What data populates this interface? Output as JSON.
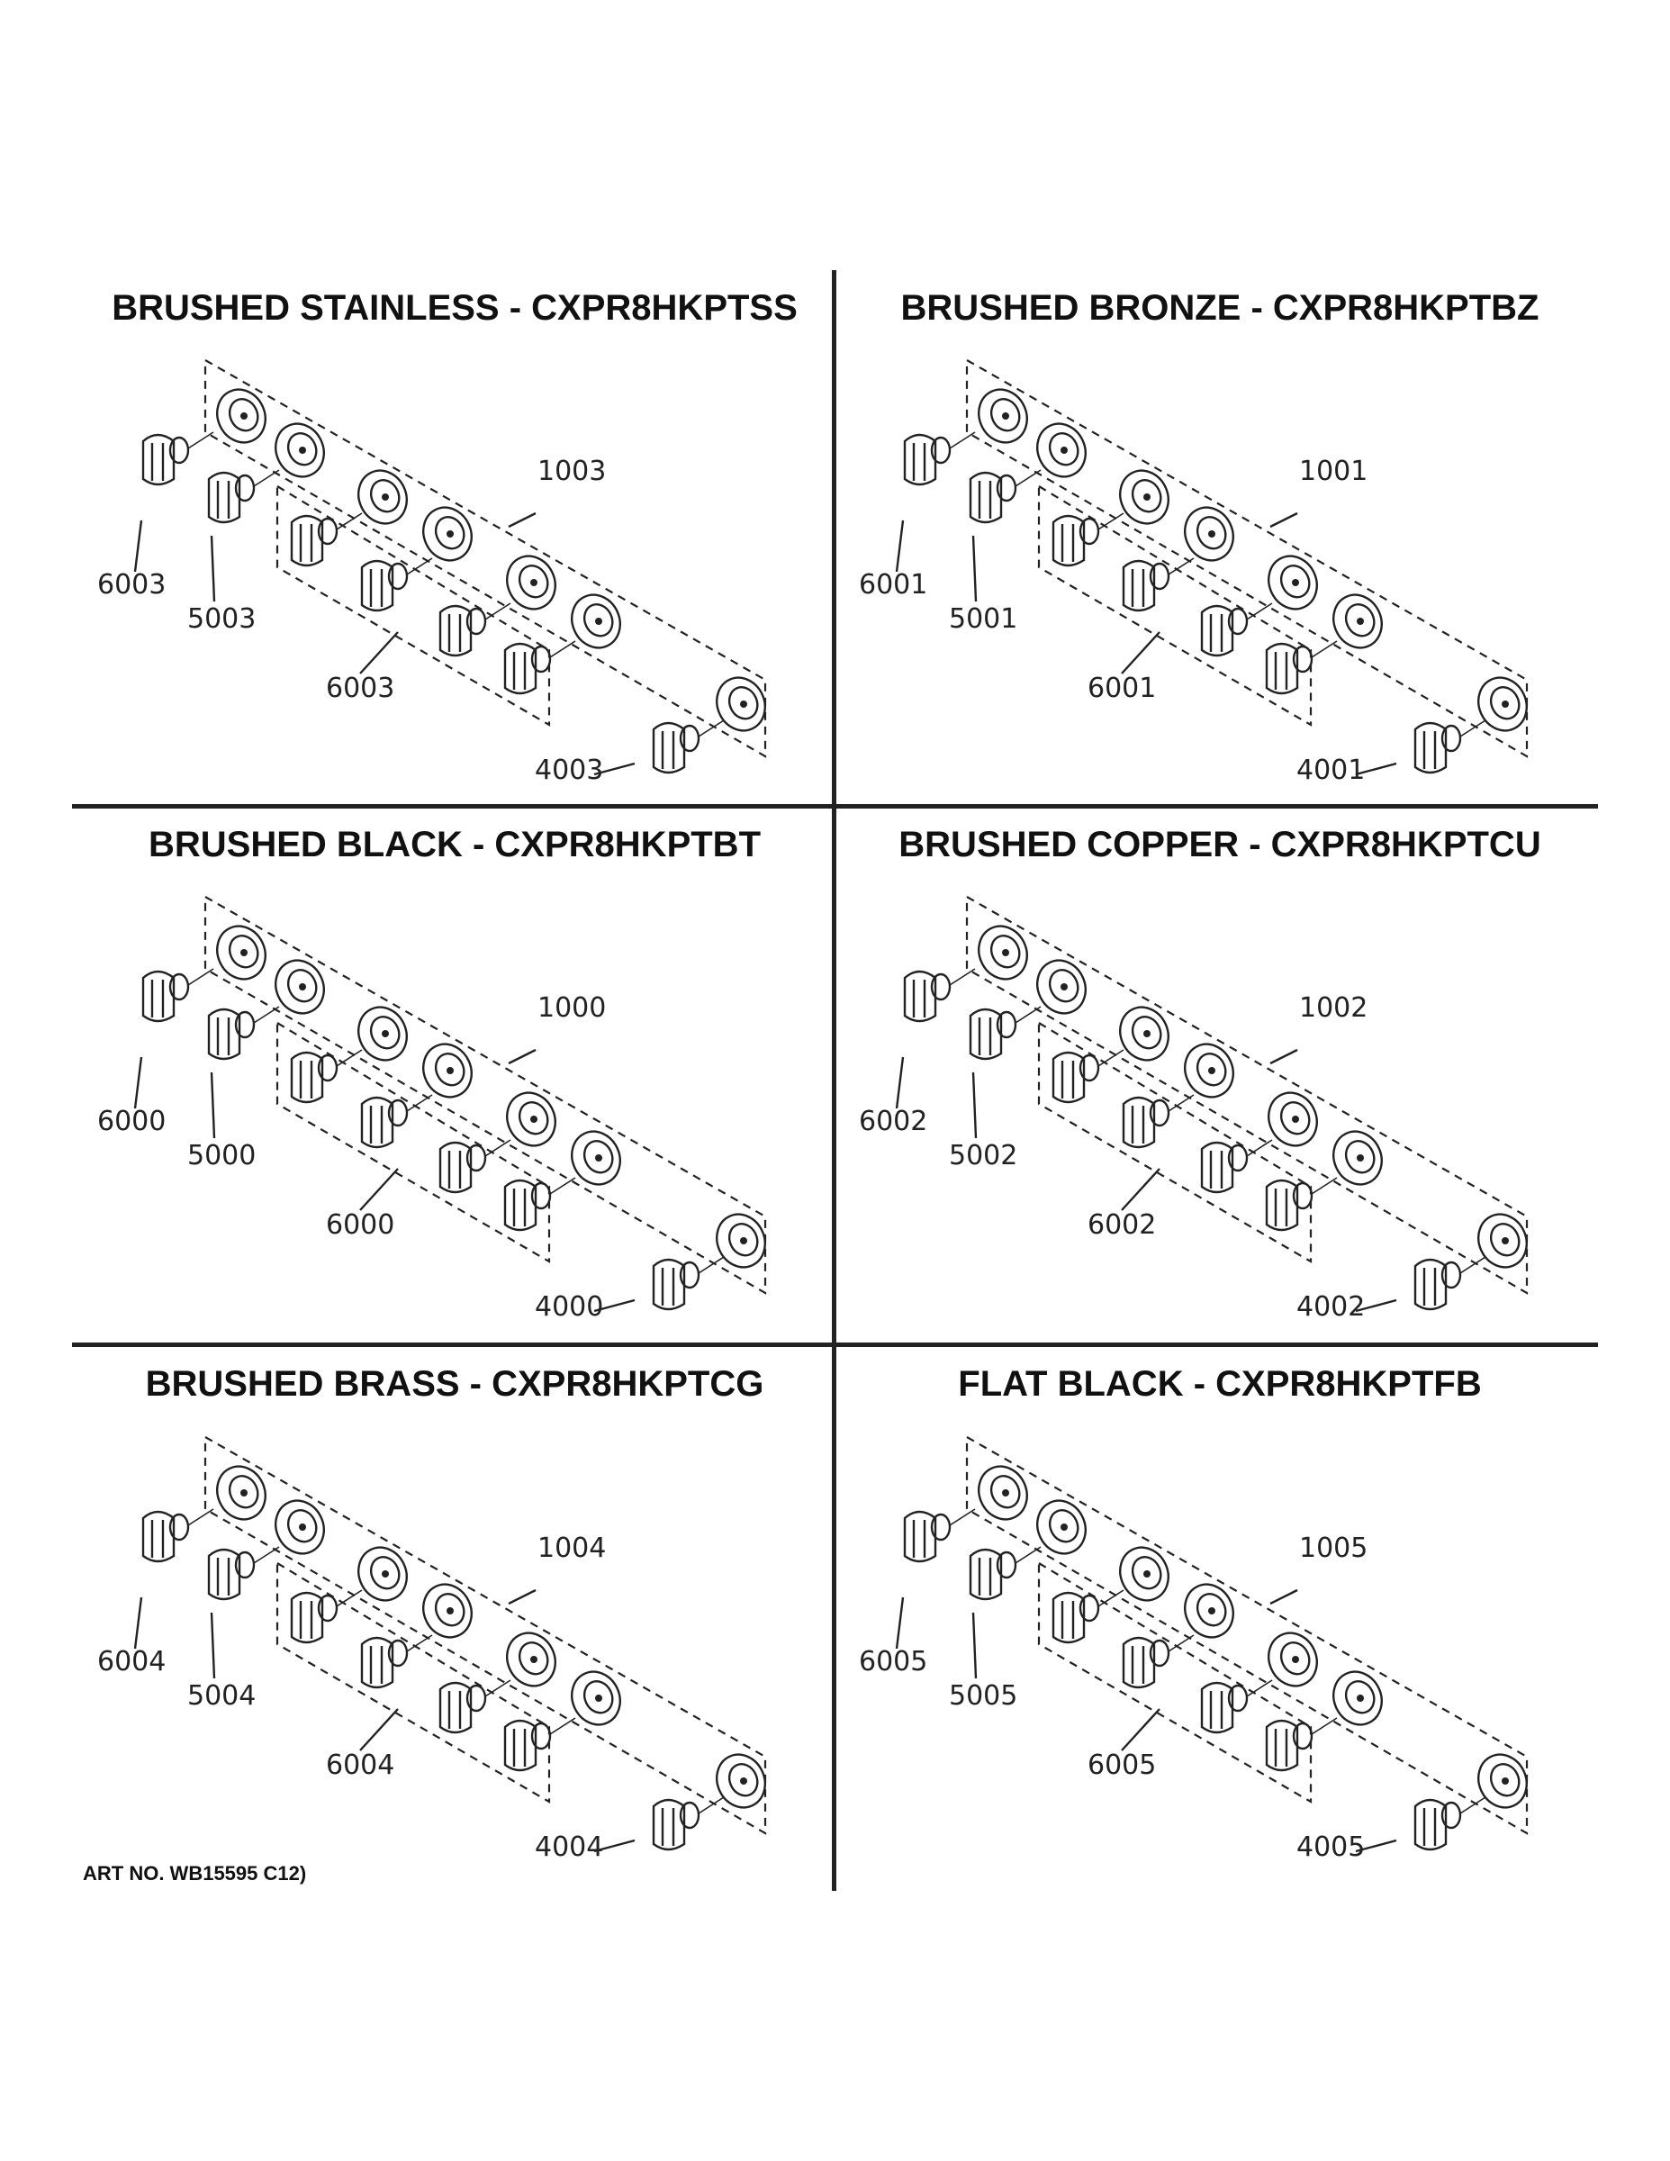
{
  "panels": [
    {
      "title": "BRUSHED STAINLESS - CXPR8HKPTSS",
      "callouts": {
        "kit": "1003",
        "knob_left": "6003",
        "knob_mid": "5003",
        "knob_row": "6003",
        "knob_right": "4003"
      }
    },
    {
      "title": "BRUSHED BRONZE - CXPR8HKPTBZ",
      "callouts": {
        "kit": "1001",
        "knob_left": "6001",
        "knob_mid": "5001",
        "knob_row": "6001",
        "knob_right": "4001"
      }
    },
    {
      "title": "BRUSHED BLACK - CXPR8HKPTBT",
      "callouts": {
        "kit": "1000",
        "knob_left": "6000",
        "knob_mid": "5000",
        "knob_row": "6000",
        "knob_right": "4000"
      }
    },
    {
      "title": "BRUSHED COPPER - CXPR8HKPTCU",
      "callouts": {
        "kit": "1002",
        "knob_left": "6002",
        "knob_mid": "5002",
        "knob_row": "6002",
        "knob_right": "4002"
      }
    },
    {
      "title": "BRUSHED BRASS - CXPR8HKPTCG",
      "callouts": {
        "kit": "1004",
        "knob_left": "6004",
        "knob_mid": "5004",
        "knob_row": "6004",
        "knob_right": "4004"
      }
    },
    {
      "title": "FLAT BLACK - CXPR8HKPTFB",
      "callouts": {
        "kit": "1005",
        "knob_left": "6005",
        "knob_mid": "5005",
        "knob_row": "6005",
        "knob_right": "4005"
      }
    }
  ],
  "art_number": "ART NO. WB15595 C12)",
  "colors": {
    "ink": "#222222",
    "background": "#ffffff"
  }
}
